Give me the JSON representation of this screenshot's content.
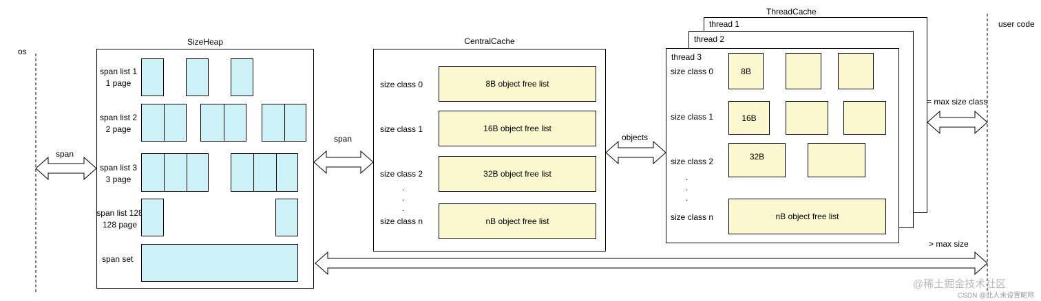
{
  "os_label": "os",
  "user_code_label": "user code",
  "size_heap": {
    "title": "SizeHeap",
    "span_lists": [
      {
        "name": "span list 1",
        "sub": "1 page"
      },
      {
        "name": "span list 2",
        "sub": "2 page"
      },
      {
        "name": "span list 3",
        "sub": "3 page"
      },
      {
        "name": "span list 128",
        "sub": "128 page"
      }
    ],
    "span_set": "span set"
  },
  "arrows": {
    "os_heap": "span",
    "heap_central": "span",
    "central_thread": "objects",
    "thread_user": "<= max size class",
    "heap_user": "> max size"
  },
  "central_cache": {
    "title": "CentralCache",
    "rows": [
      {
        "class": "size class 0",
        "list": "8B object free list"
      },
      {
        "class": "size class 1",
        "list": "16B object free list"
      },
      {
        "class": "size class 2",
        "list": "32B object free list"
      },
      {
        "class": "size class n",
        "list": "nB object free list"
      }
    ],
    "ellipsis": ". . ."
  },
  "thread_cache": {
    "title": "ThreadCache",
    "threads": [
      "thread 1",
      "thread 2",
      "thread 3"
    ],
    "rows": [
      {
        "class": "size class 0",
        "first": "8B"
      },
      {
        "class": "size class 1",
        "first": "16B"
      },
      {
        "class": "size class 2",
        "first": "32B"
      },
      {
        "class": "size class n",
        "first": "nB object free list"
      }
    ]
  },
  "watermark": {
    "main": "@稀土掘金技术社区",
    "sub": "CSDN @此人未设置昵称"
  }
}
